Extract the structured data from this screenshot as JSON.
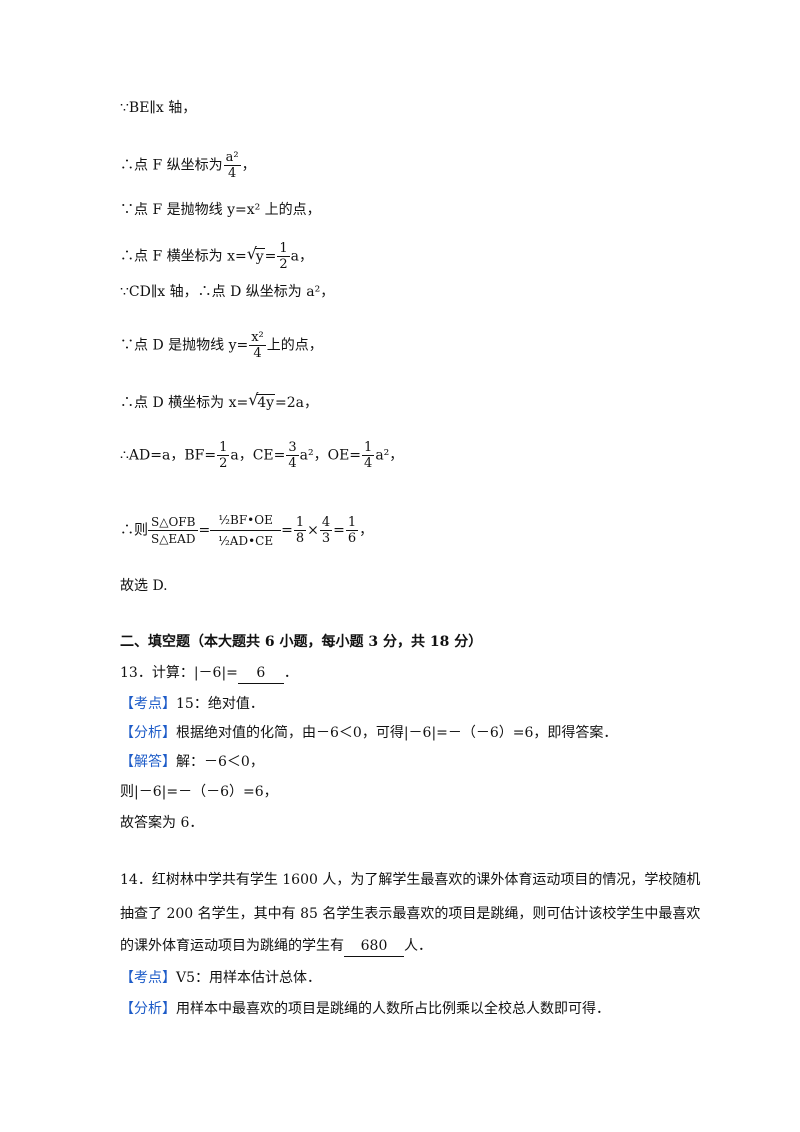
{
  "lines": {
    "l1": "∵BE∥x 轴，",
    "l2_pre": "∴点 F 纵坐标为",
    "l2_num": "a²",
    "l2_den": "4",
    "l2_post": "，",
    "l3": "∵点 F 是抛物线 y=x² 上的点，",
    "l4_pre": "∴点 F 横坐标为 x=",
    "l4_rad": "y",
    "l4_eq": "=",
    "l4_num": "1",
    "l4_den": "2",
    "l4_post": "a，",
    "l5": "∵CD∥x 轴，∴点 D 纵坐标为 a²，",
    "l6_pre": "∵点 D 是抛物线 y=",
    "l6_num": "x²",
    "l6_den": "4",
    "l6_post": "上的点，",
    "l7_pre": "∴点 D 横坐标为 x=",
    "l7_rad": "4y",
    "l7_post": "=2a，",
    "l8_a": "∴AD=a，BF=",
    "l8_f1n": "1",
    "l8_f1d": "2",
    "l8_b": "a，CE=",
    "l8_f2n": "3",
    "l8_f2d": "4",
    "l8_c": "a²，OE=",
    "l8_f3n": "1",
    "l8_f3d": "4",
    "l8_d": "a²，",
    "l9_pre": "∴则",
    "l9_s1": "S△OFB",
    "l9_s2": "S△EAD",
    "l9_eq": "=",
    "l9_bn": "½BF•OE",
    "l9_bd": "½AD•CE",
    "l9_eq2": "=",
    "l9_f1n": "1",
    "l9_f1d": "8",
    "l9_times": "×",
    "l9_f2n": "4",
    "l9_f2d": "3",
    "l9_eq3": "=",
    "l9_f3n": "1",
    "l9_f3d": "6",
    "l9_post": "，",
    "l10": "故选 D."
  },
  "section": {
    "heading": "二、填空题（本大题共 6 小题，每小题 3 分，共 18 分）"
  },
  "q13": {
    "stem_pre": "13．计算：|－6|=",
    "answer": "6",
    "stem_post": "．",
    "kaodian_tag": "【考点】",
    "kaodian": "15：绝对值．",
    "fenxi_tag": "【分析】",
    "fenxi": "根据绝对值的化简，由－6＜0，可得|－6|=－（－6）=6，即得答案．",
    "jieda_tag": "【解答】",
    "jieda": "解：－6＜0，",
    "step": "则|－6|=－（－6）=6，",
    "conclusion": "故答案为 6．"
  },
  "q14": {
    "line1": "14．红树林中学共有学生 1600 人，为了解学生最喜欢的课外体育运动项目的情况，学校随机",
    "line2": "抽查了 200 名学生，其中有 85 名学生表示最喜欢的项目是跳绳，则可估计该校学生中最喜欢",
    "line3_pre": "的课外体育运动项目为跳绳的学生有",
    "answer": "680",
    "line3_post": "人．",
    "kaodian_tag": "【考点】",
    "kaodian": "V5：用样本估计总体．",
    "fenxi_tag": "【分析】",
    "fenxi": "用样本中最喜欢的项目是跳绳的人数所占比例乘以全校总人数即可得．"
  },
  "colors": {
    "tag": "#1e5cc8",
    "text": "#111111"
  }
}
